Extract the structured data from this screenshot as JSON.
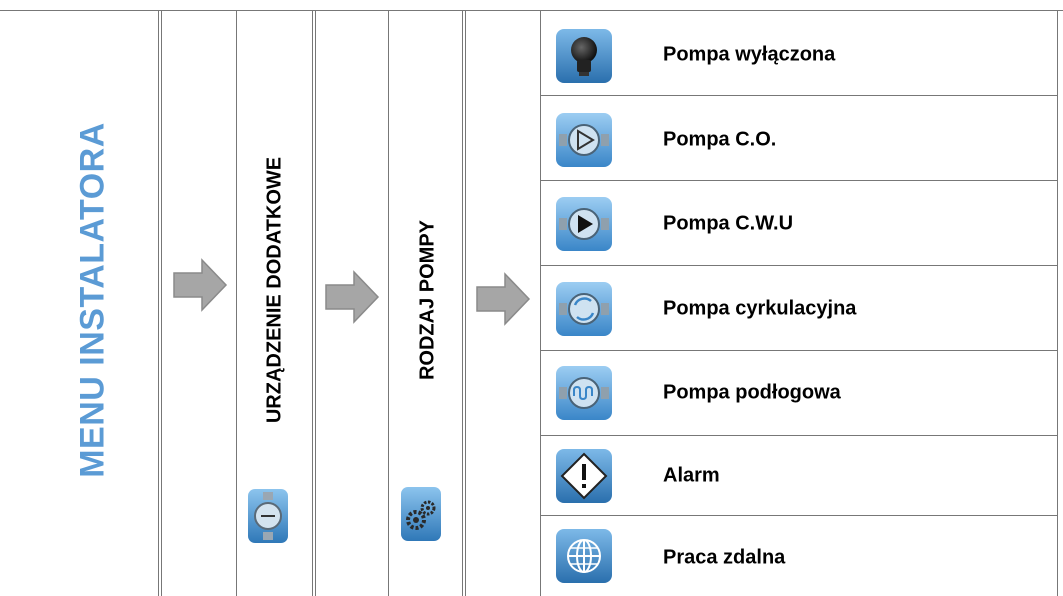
{
  "menu_title": "MENU INSTALATORA",
  "column_2_label": "URZĄDZENIE DODATKOWE",
  "column_3_label": "RODZAJ POMPY",
  "colors": {
    "title_blue": "#5b9bd5",
    "arrow_gray": "#a6a6a6",
    "icon_blue": "#3a86c8"
  },
  "options": [
    {
      "label": "Pompa wyłączona",
      "icon": "lightbulb-icon"
    },
    {
      "label": "Pompa C.O.",
      "icon": "pump-co-icon"
    },
    {
      "label": "Pompa C.W.U",
      "icon": "pump-cwu-icon"
    },
    {
      "label": "Pompa cyrkulacyjna",
      "icon": "pump-circulation-icon"
    },
    {
      "label": "Pompa podłogowa",
      "icon": "pump-floor-icon"
    },
    {
      "label": "Alarm",
      "icon": "alarm-icon"
    },
    {
      "label": "Praca zdalna",
      "icon": "globe-icon"
    }
  ]
}
